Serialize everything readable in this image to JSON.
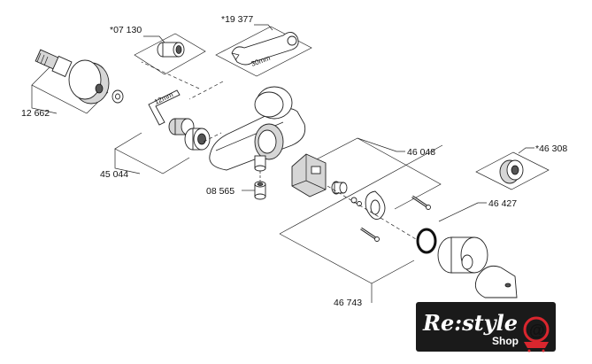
{
  "labels": {
    "p_07130": "*07 130",
    "p_19377": "*19 377",
    "wrench_size": "30mm",
    "hex_key_size": "12mm",
    "p_12662": "12 662",
    "p_45044": "45 044",
    "p_08565": "08 565",
    "p_46048": "46 048",
    "p_46308": "*46 308",
    "p_46427": "46 427",
    "p_46743": "46 743"
  },
  "logo": {
    "title": "Re:style",
    "subtitle": "Shop",
    "symbol": "@",
    "background_color": "#1a1a1a",
    "accent_color": "#d9262e"
  }
}
